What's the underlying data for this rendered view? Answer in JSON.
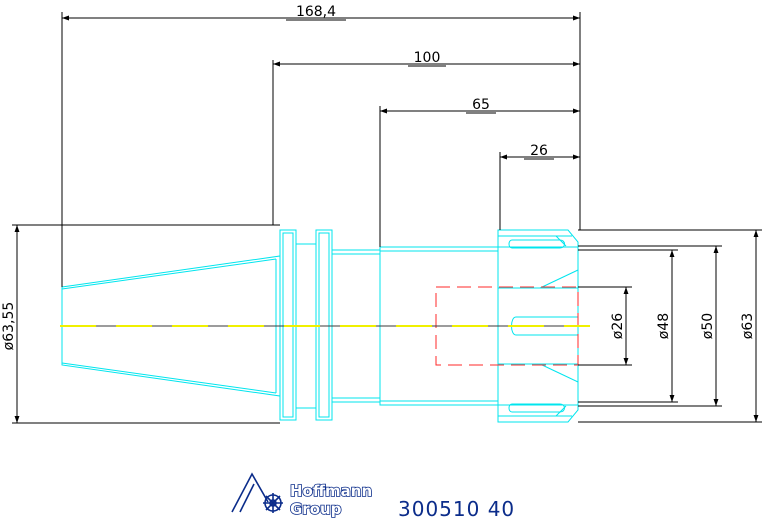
{
  "drawing": {
    "dimensions": {
      "overall_length": "168,4",
      "length_100": "100",
      "length_65": "65",
      "length_26": "26",
      "dia_left": "ø63,55",
      "dia_26": "ø26",
      "dia_48": "ø48",
      "dia_50": "ø50",
      "dia_63": "ø63"
    },
    "colors": {
      "outline": "#00e5ee",
      "dimension": "#000000",
      "centerline": "#f0f000",
      "hidden": "#ff2a2a",
      "brand": "#0b2c8a"
    }
  },
  "footer": {
    "brand_line1": "Hoffmann",
    "brand_line2": "Group",
    "article_number": "300510  40",
    "logo_icon": "hoffmann-logo-icon"
  }
}
